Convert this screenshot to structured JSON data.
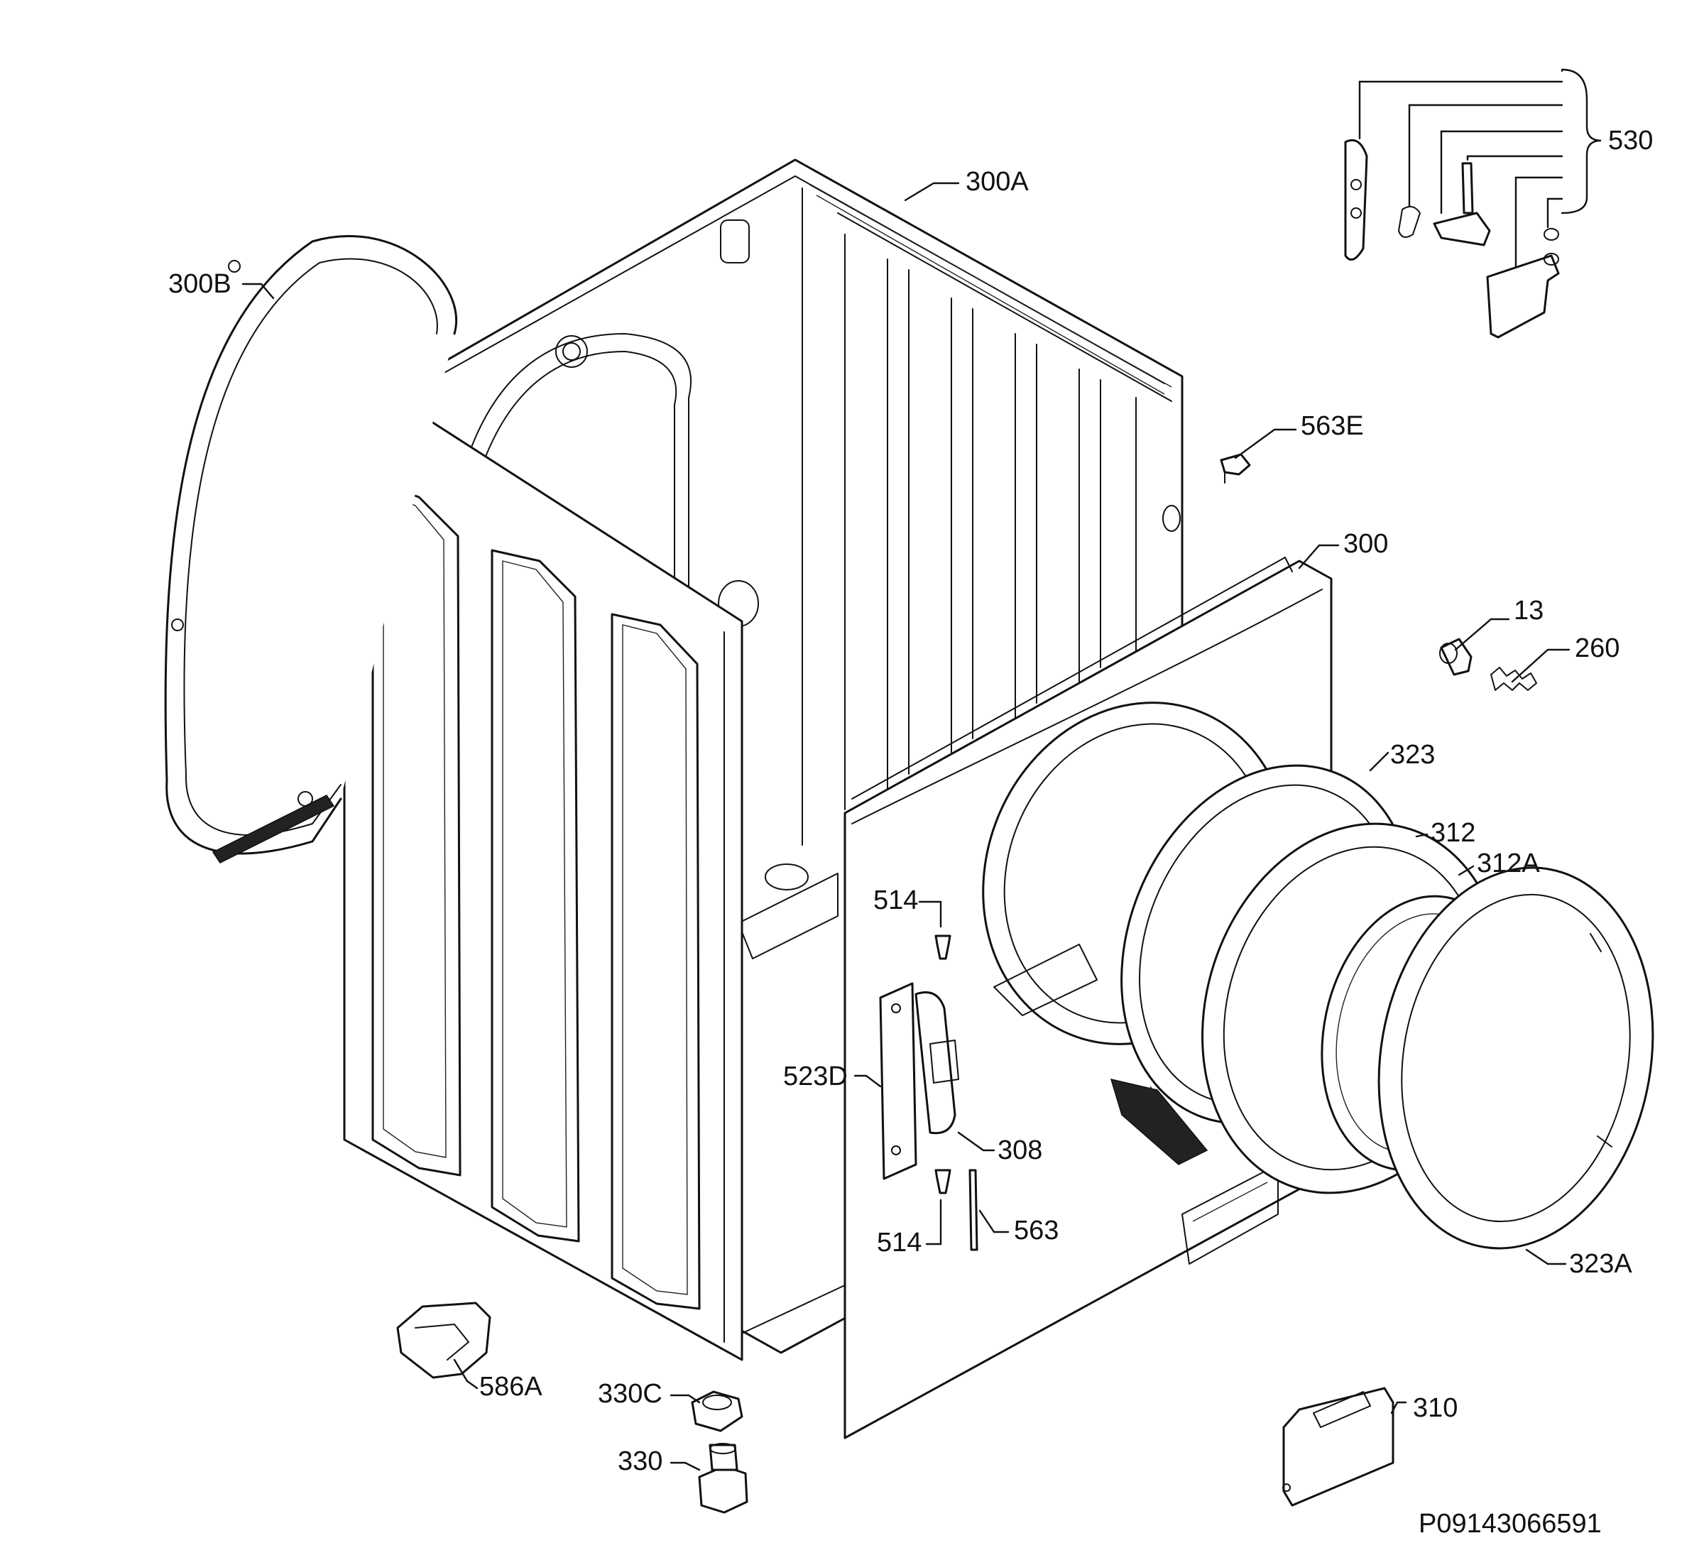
{
  "diagram": {
    "drawing_code": "P09143066591",
    "labels": {
      "l530": "530",
      "l300A": "300A",
      "l300B": "300B",
      "l563E": "563E",
      "l300": "300",
      "l13": "13",
      "l260": "260",
      "l323": "323",
      "l312": "312",
      "l312A": "312A",
      "l514a": "514",
      "l523D": "523D",
      "l308": "308",
      "l514b": "514",
      "l563": "563",
      "l323A": "323A",
      "l586A": "586A",
      "l330C": "330C",
      "l330": "330",
      "l310": "310"
    }
  }
}
